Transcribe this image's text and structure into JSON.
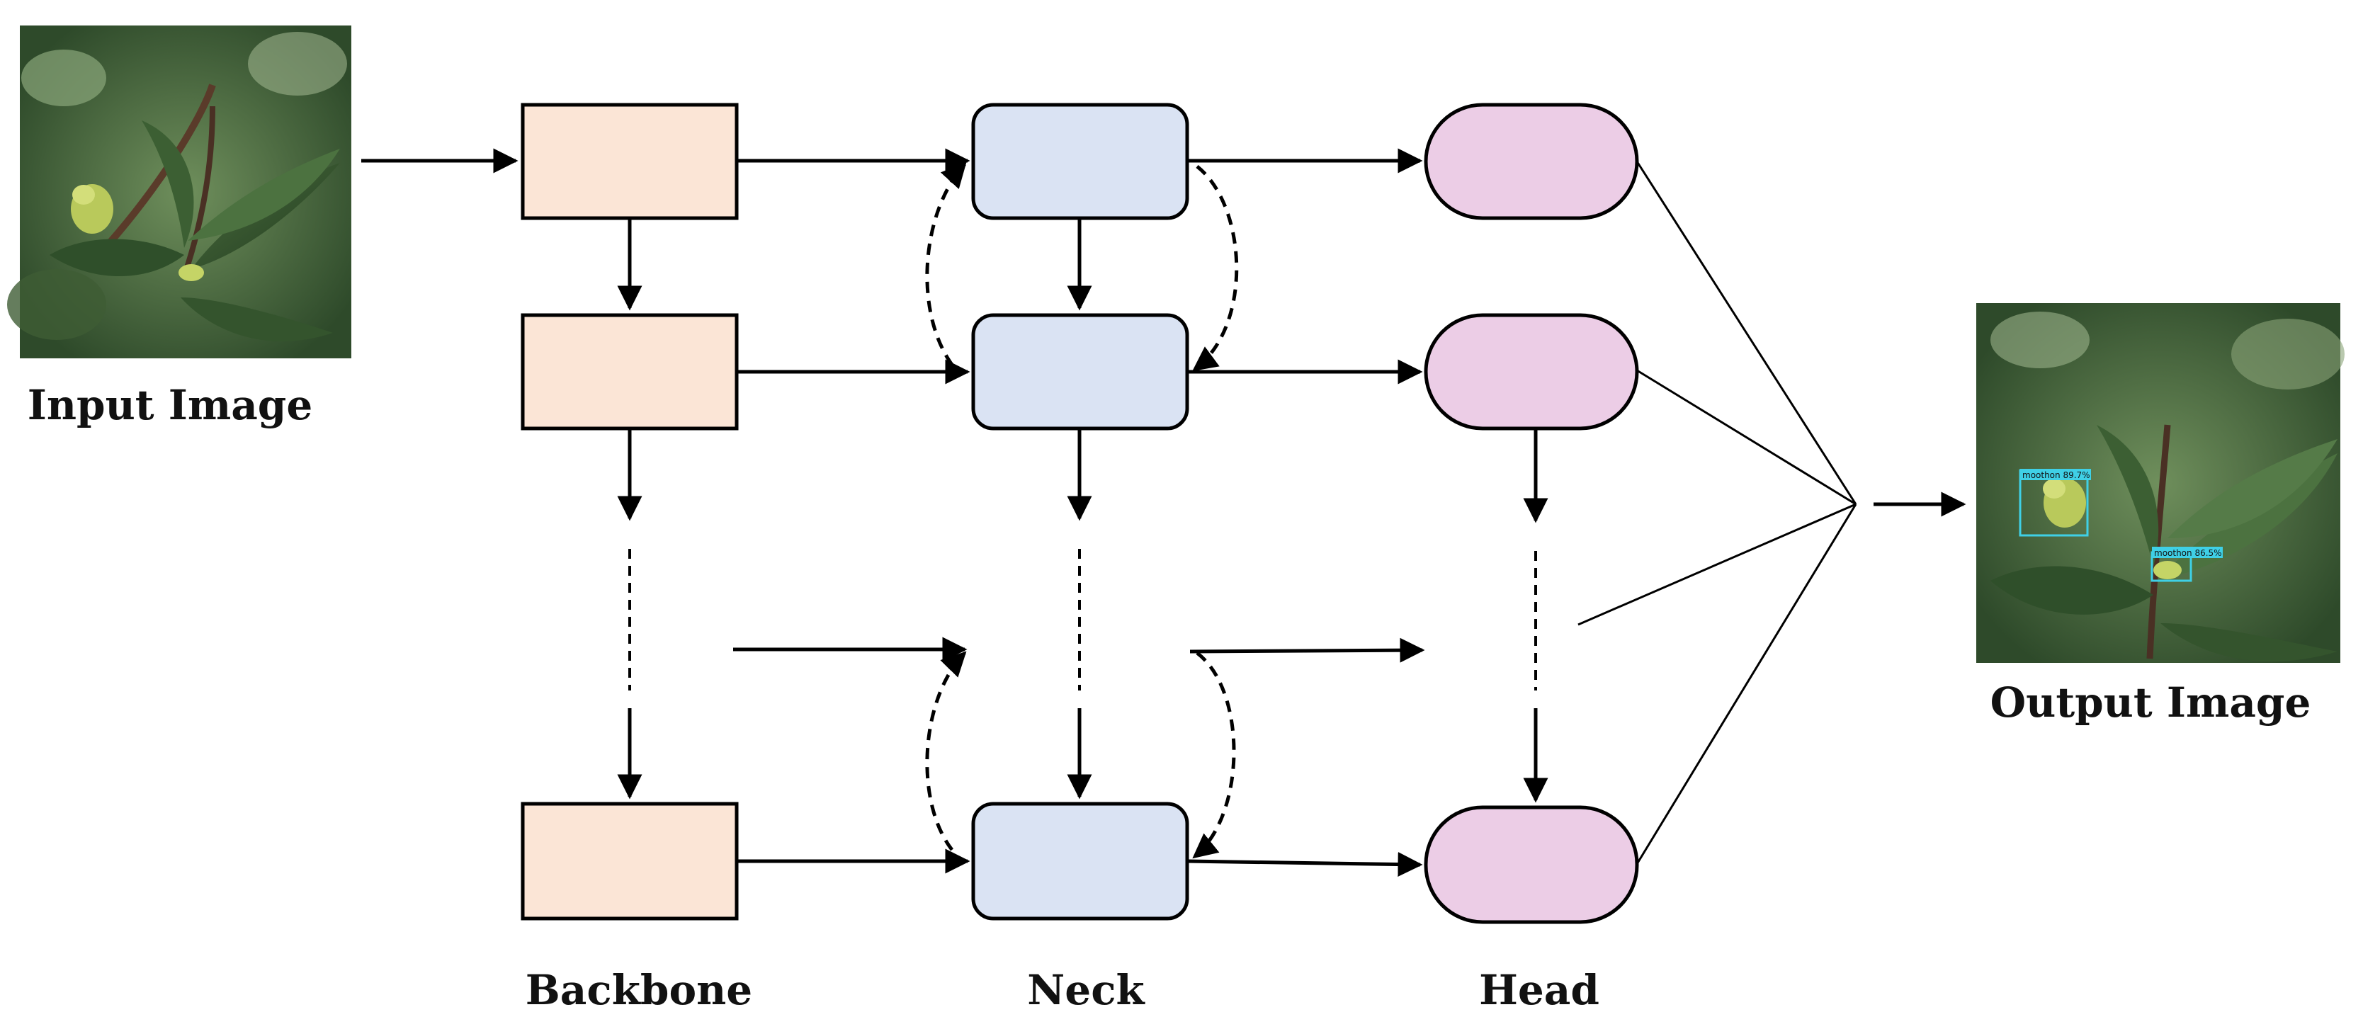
{
  "labels": {
    "input": "Input Image",
    "output": "Output Image",
    "backbone": "Backbone",
    "neck": "Neck",
    "head": "Head"
  },
  "detections": [
    {
      "label": "moothon 89.7%"
    },
    {
      "label": "moothon 86.5%"
    }
  ],
  "colors": {
    "backbone": "#fbe5d6",
    "neck": "#dae3f3",
    "head": "#eccde6",
    "stroke": "#000000",
    "detection_box": "#3fd0e6"
  }
}
